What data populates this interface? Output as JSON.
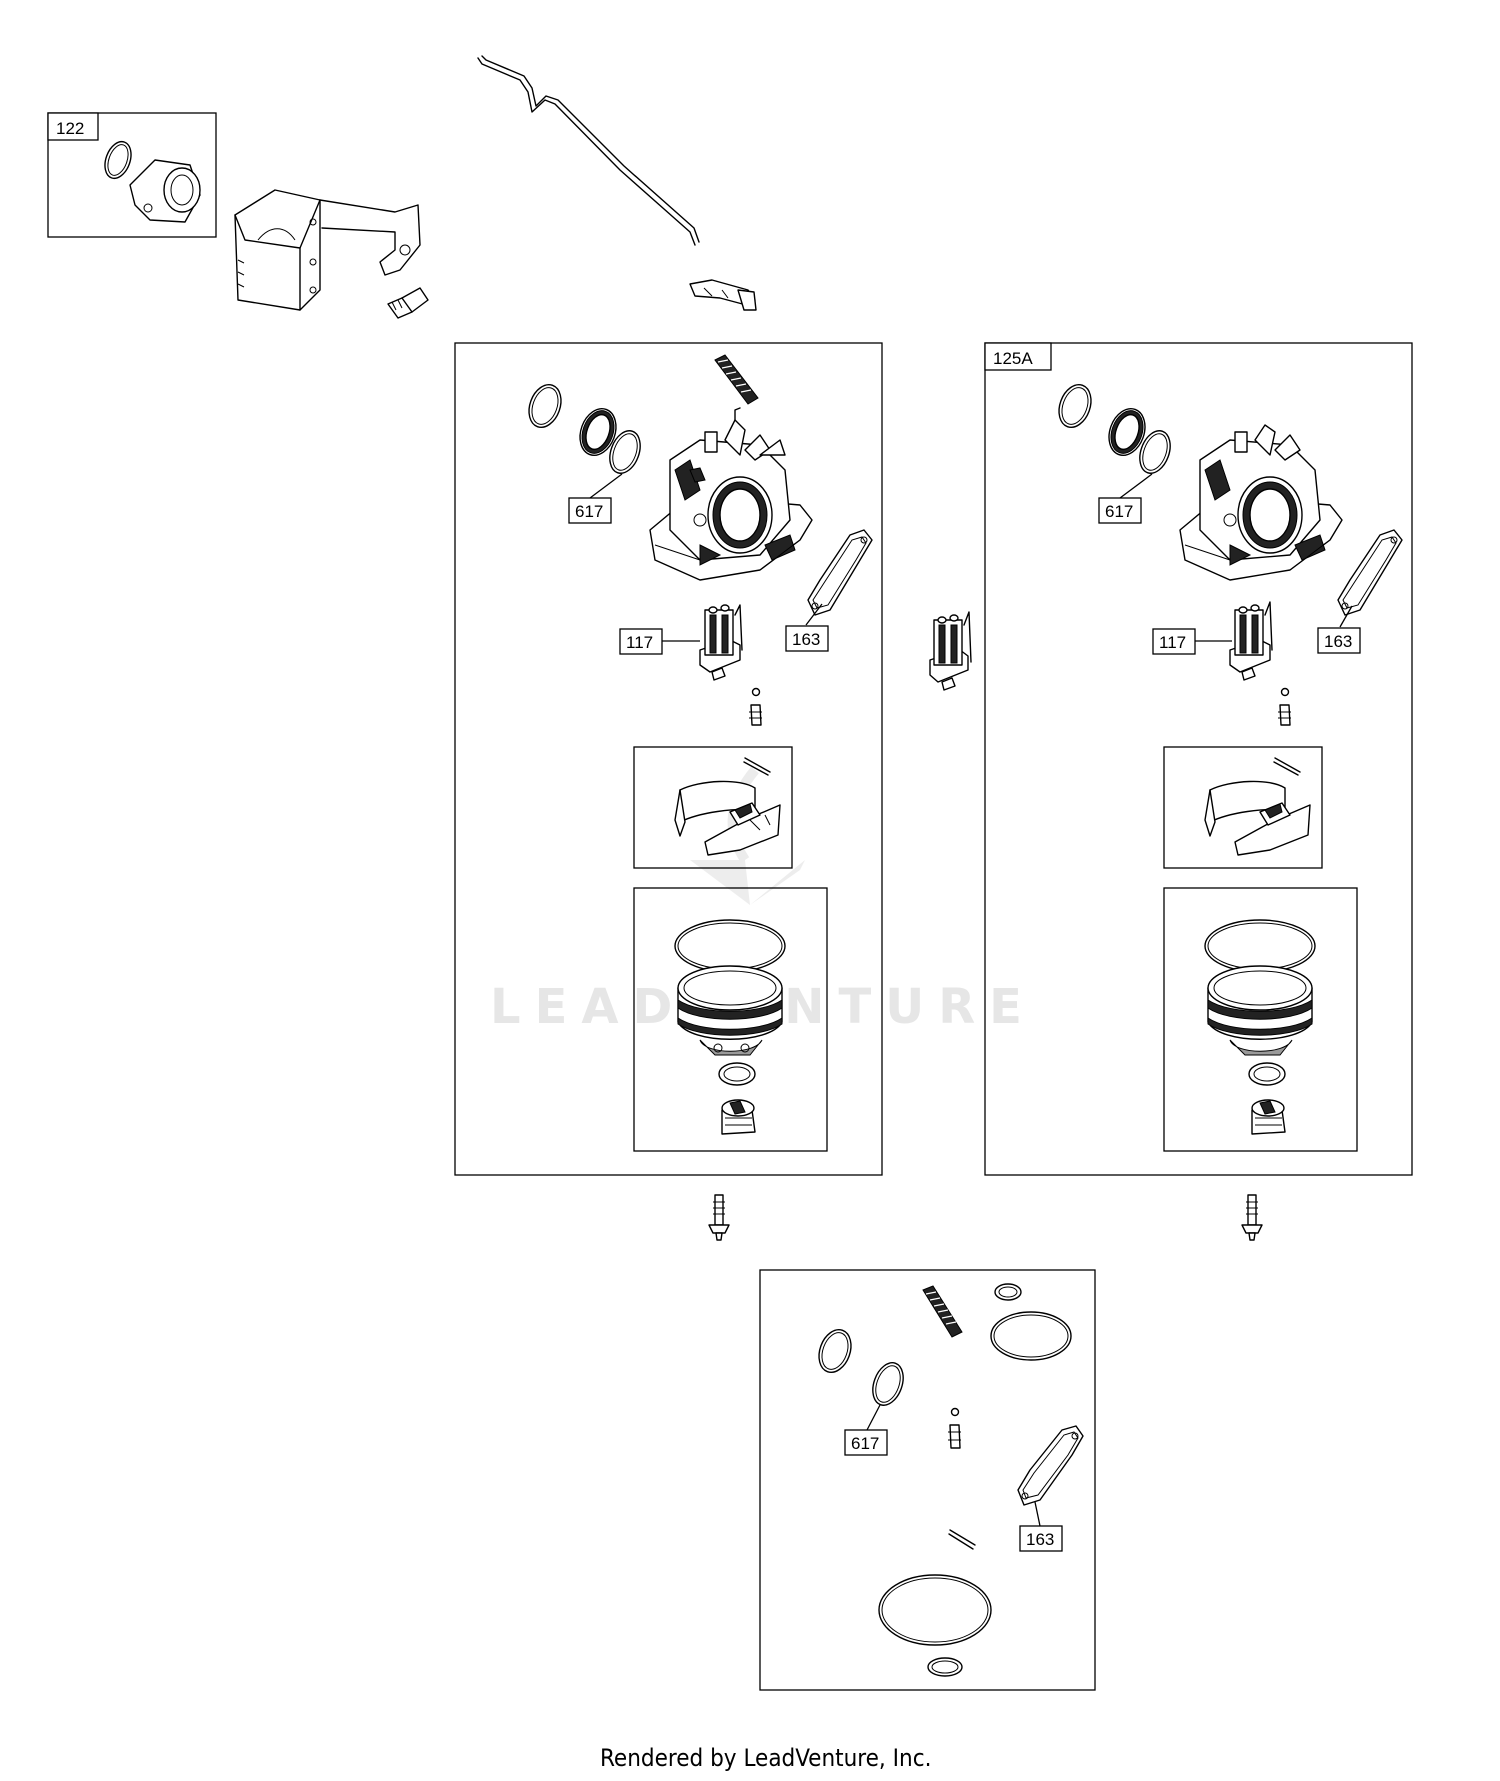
{
  "labels": {
    "kit_122": "122",
    "kit_125a": "125A",
    "c1_617": "617",
    "c1_117": "117",
    "c1_163": "163",
    "c2_617": "617",
    "c2_117": "117",
    "c2_163": "163",
    "k_617": "617",
    "k_163": "163"
  },
  "watermark": "LEADVENTURE",
  "footer": "Rendered by LeadVenture, Inc."
}
